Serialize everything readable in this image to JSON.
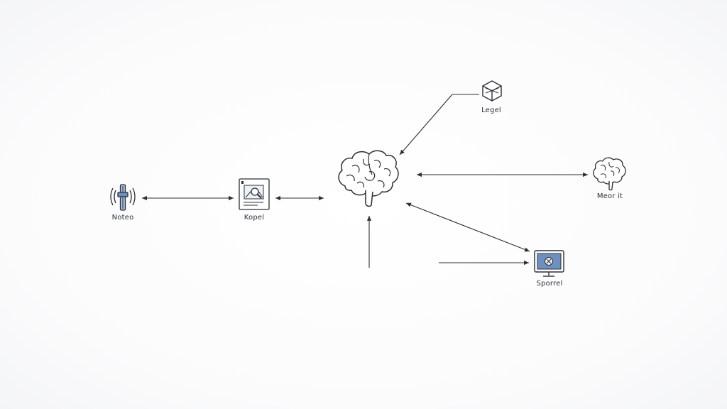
{
  "nodes": {
    "noteo": {
      "label": "Noteo",
      "icon": "signal-tower-icon"
    },
    "kopel": {
      "label": "Kopel",
      "icon": "document-search-icon"
    },
    "brain": {
      "label": "",
      "icon": "brain-icon"
    },
    "legel": {
      "label": "Legel",
      "icon": "cube-icon"
    },
    "meorit": {
      "label": "Meor it",
      "icon": "brain-icon"
    },
    "sporrel": {
      "label": "Sporrel",
      "icon": "monitor-icon"
    }
  },
  "colors": {
    "stroke": "#2b2f37",
    "accent": "#6f8fbf",
    "accent_light": "#a9c0e0"
  }
}
